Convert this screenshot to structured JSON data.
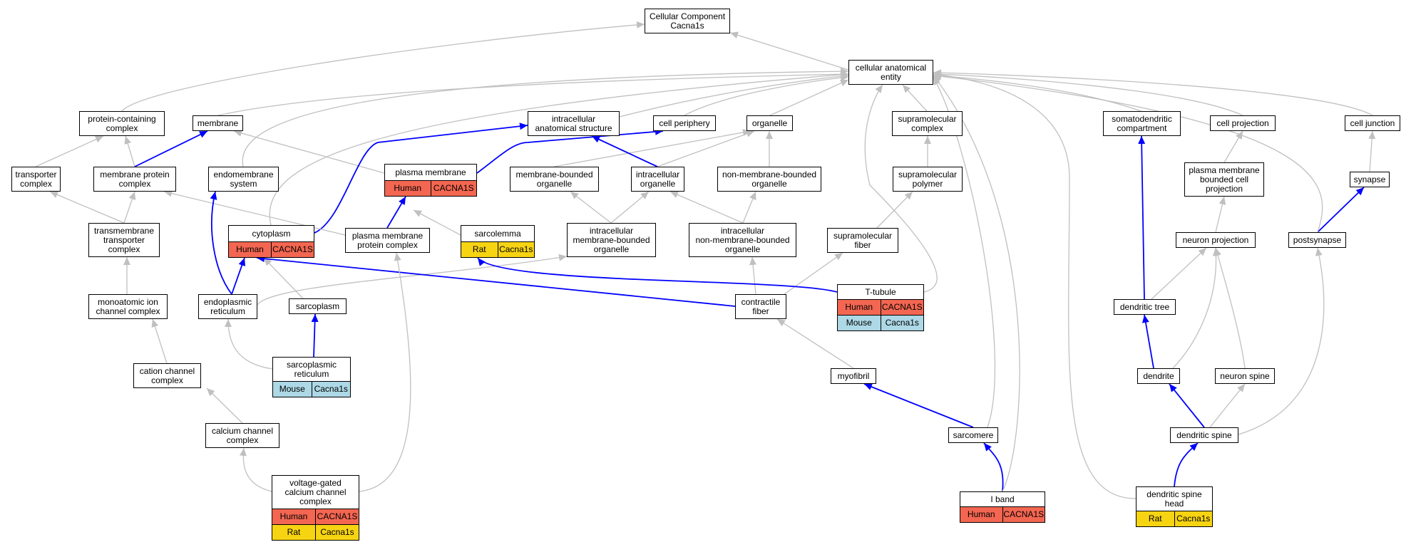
{
  "graph": {
    "root": {
      "title": "Cellular Component",
      "gene": "Cacna1s"
    },
    "colors": {
      "human": "#f36651",
      "mouse": "#add8e6",
      "rat": "#f7d412",
      "direct_edge": "#0000ff",
      "inferred_edge": "#c0c0c0"
    },
    "nodes": {
      "cae": {
        "label": "cellular anatomical\nentity"
      },
      "pcc": {
        "label": "protein-containing\ncomplex"
      },
      "mem": {
        "label": "membrane"
      },
      "ias": {
        "label": "intracellular\nanatomical structure"
      },
      "cper": {
        "label": "cell periphery"
      },
      "org": {
        "label": "organelle"
      },
      "smc": {
        "label": "supramolecular\ncomplex"
      },
      "sdc": {
        "label": "somatodendritic\ncompartment"
      },
      "cproj": {
        "label": "cell projection"
      },
      "cj": {
        "label": "cell junction"
      },
      "tc": {
        "label": "transporter\ncomplex"
      },
      "mpc": {
        "label": "membrane protein\ncomplex"
      },
      "ems": {
        "label": "endomembrane\nsystem"
      },
      "pm": {
        "label": "plasma membrane",
        "tags": [
          "Human",
          "CACNA1S"
        ]
      },
      "mbo": {
        "label": "membrane-bounded\norganelle"
      },
      "io": {
        "label": "intracellular\norganelle"
      },
      "nmbo": {
        "label": "non-membrane-bounded\norganelle"
      },
      "smp": {
        "label": "supramolecular\npolymer"
      },
      "pmbcp": {
        "label": "plasma membrane\nbounded cell\nprojection"
      },
      "syn": {
        "label": "synapse"
      },
      "ttc": {
        "label": "transmembrane\ntransporter\ncomplex"
      },
      "cyt": {
        "label": "cytoplasm",
        "tags": [
          "Human",
          "CACNA1S"
        ]
      },
      "pmpc": {
        "label": "plasma membrane\nprotein complex"
      },
      "sarc": {
        "label": "sarcolemma",
        "tags": [
          "Rat",
          "Cacna1s"
        ]
      },
      "imbo": {
        "label": "intracellular\nmembrane-bounded\norganelle"
      },
      "inmbo": {
        "label": "intracellular\nnon-membrane-bounded\norganelle"
      },
      "smf": {
        "label": "supramolecular\nfiber"
      },
      "np": {
        "label": "neuron projection"
      },
      "ps": {
        "label": "postsynapse"
      },
      "micc": {
        "label": "monoatomic ion\nchannel complex"
      },
      "er": {
        "label": "endoplasmic\nreticulum"
      },
      "sp": {
        "label": "sarcoplasm"
      },
      "cf": {
        "label": "contractile\nfiber"
      },
      "tt": {
        "label": "T-tubule",
        "tags": [
          "Human",
          "CACNA1S",
          "Mouse",
          "Cacna1s"
        ]
      },
      "dt": {
        "label": "dendritic tree"
      },
      "ccc": {
        "label": "cation channel\ncomplex"
      },
      "sr": {
        "label": "sarcoplasmic\nreticulum",
        "tags": [
          "Mouse",
          "Cacna1s"
        ]
      },
      "mf": {
        "label": "myofibril"
      },
      "den": {
        "label": "dendrite"
      },
      "nsp": {
        "label": "neuron spine"
      },
      "cac": {
        "label": "calcium channel\ncomplex"
      },
      "sm": {
        "label": "sarcomere"
      },
      "ds": {
        "label": "dendritic spine"
      },
      "vgcc": {
        "label": "voltage-gated\ncalcium channel\ncomplex",
        "tags": [
          "Human",
          "CACNA1S",
          "Rat",
          "Cacna1s"
        ]
      },
      "ib": {
        "label": "I band",
        "tags": [
          "Human",
          "CACNA1S"
        ]
      },
      "dsh": {
        "label": "dendritic spine\nhead",
        "tags": [
          "Rat",
          "Cacna1s"
        ]
      }
    }
  }
}
